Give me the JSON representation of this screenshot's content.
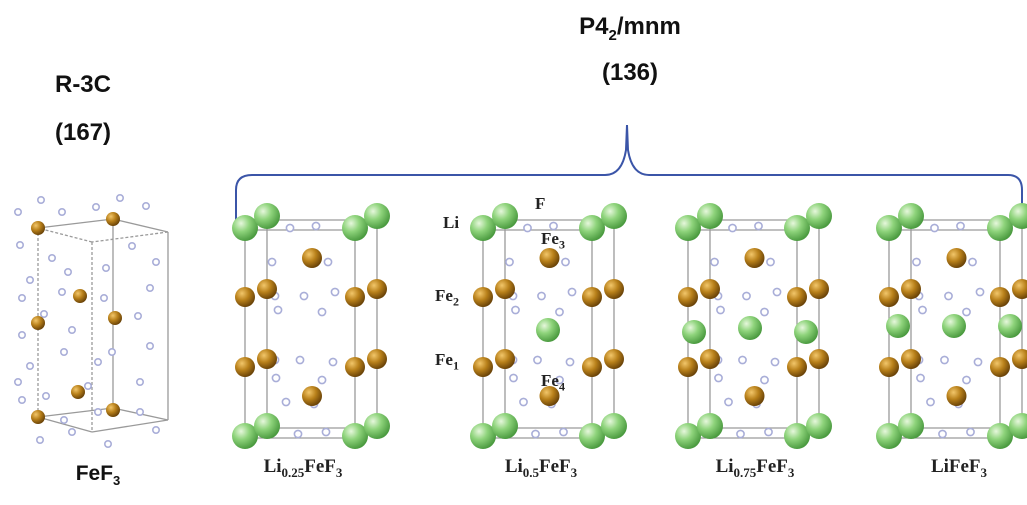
{
  "left_group": {
    "space_group": "R-3C",
    "number": "(167)",
    "compound": {
      "base": "FeF",
      "sub": "3"
    }
  },
  "right_group": {
    "space_group": {
      "pre": "P4",
      "sub": "2",
      "post": "/mnm"
    },
    "number": "(136)"
  },
  "structures": [
    {
      "pre": "Li",
      "sub": "0.25",
      "post": "FeF",
      "sub2": "3"
    },
    {
      "pre": "Li",
      "sub": "0.5",
      "post": "FeF",
      "sub2": "3"
    },
    {
      "pre": "Li",
      "sub": "0.75",
      "post": "FeF",
      "sub2": "3"
    },
    {
      "pre": "LiFeF",
      "sub": "",
      "post": "",
      "sub2": "3"
    }
  ],
  "site_labels": {
    "li": "Li",
    "f": "F",
    "fe3": {
      "base": "Fe",
      "sub": "3"
    },
    "fe2": {
      "base": "Fe",
      "sub": "2"
    },
    "fe1": {
      "base": "Fe",
      "sub": "1"
    },
    "fe4": {
      "base": "Fe",
      "sub": "4"
    }
  },
  "colors": {
    "li": "#7dcf6e",
    "fe": "#b8801a",
    "f": "#a9aed8",
    "bracket": "#3b55a8",
    "cell": "#9a9a9a"
  }
}
